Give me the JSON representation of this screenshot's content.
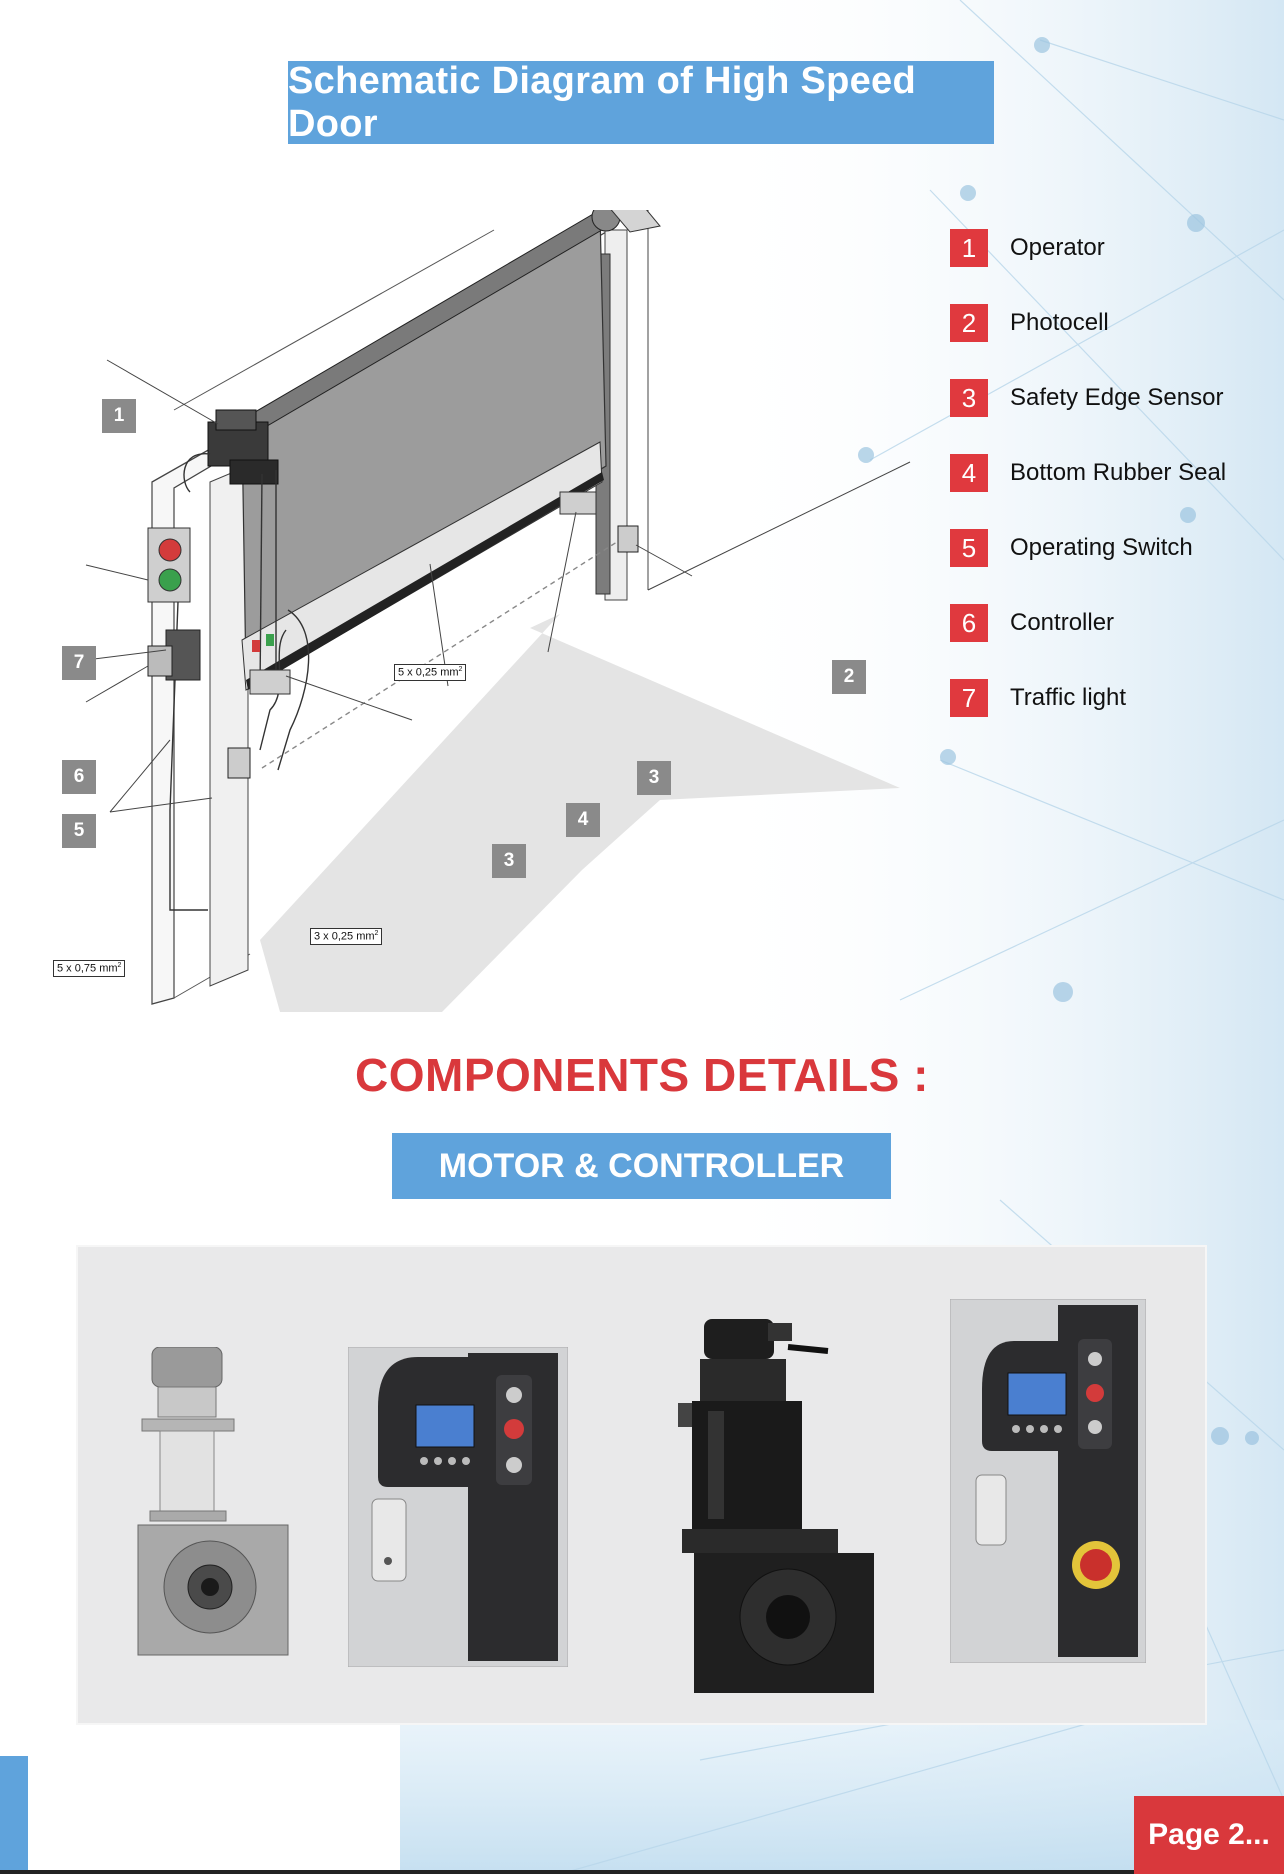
{
  "title": "Schematic Diagram of High Speed Door",
  "legend": [
    {
      "num": "1",
      "label": "Operator"
    },
    {
      "num": "2",
      "label": "Photocell"
    },
    {
      "num": "3",
      "label": "Safety Edge Sensor"
    },
    {
      "num": "4",
      "label": "Bottom Rubber Seal"
    },
    {
      "num": "5",
      "label": "Operating Switch"
    },
    {
      "num": "6",
      "label": "Controller"
    },
    {
      "num": "7",
      "label": "Traffic light"
    }
  ],
  "callouts": {
    "c1": "1",
    "c2": "2",
    "c3a": "3",
    "c3b": "3",
    "c4": "4",
    "c5": "5",
    "c6": "6",
    "c7": "7"
  },
  "wire_labels": {
    "w1": "5 x 0,25 mm",
    "w2": "3 x 0,25 mm",
    "w3": "5 x 0,75 mm",
    "unit_sup": "2"
  },
  "components_heading": "COMPONENTS DETAILS :",
  "section_banner": "MOTOR & CONTROLLER",
  "page_label": "Page 2...",
  "colors": {
    "accent_blue": "#5fa3dc",
    "accent_red": "#d9383c"
  }
}
